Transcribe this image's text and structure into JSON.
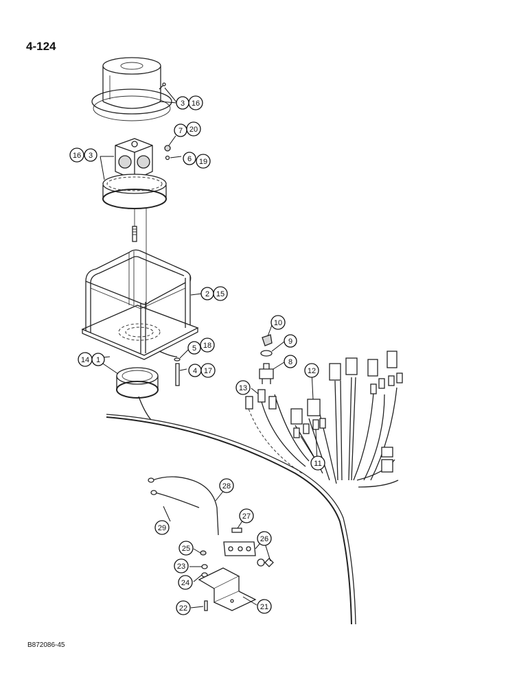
{
  "page_number": "4-124",
  "drawing_id": "B872086-45",
  "callouts": [
    {
      "id": "c3a",
      "label": "3"
    },
    {
      "id": "c16a",
      "label": "16"
    },
    {
      "id": "c7",
      "label": "7"
    },
    {
      "id": "c20",
      "label": "20"
    },
    {
      "id": "c16b",
      "label": "16"
    },
    {
      "id": "c3b",
      "label": "3"
    },
    {
      "id": "c6",
      "label": "6"
    },
    {
      "id": "c19",
      "label": "19"
    },
    {
      "id": "c2",
      "label": "2"
    },
    {
      "id": "c15",
      "label": "15"
    },
    {
      "id": "c10",
      "label": "10"
    },
    {
      "id": "c9",
      "label": "9"
    },
    {
      "id": "c8",
      "label": "8"
    },
    {
      "id": "c5",
      "label": "5"
    },
    {
      "id": "c18",
      "label": "18"
    },
    {
      "id": "c14",
      "label": "14"
    },
    {
      "id": "c1",
      "label": "1"
    },
    {
      "id": "c4",
      "label": "4"
    },
    {
      "id": "c17",
      "label": "17"
    },
    {
      "id": "c12",
      "label": "12"
    },
    {
      "id": "c13",
      "label": "13"
    },
    {
      "id": "c11",
      "label": "11"
    },
    {
      "id": "c28",
      "label": "28"
    },
    {
      "id": "c27",
      "label": "27"
    },
    {
      "id": "c29",
      "label": "29"
    },
    {
      "id": "c26",
      "label": "26"
    },
    {
      "id": "c25",
      "label": "25"
    },
    {
      "id": "c23",
      "label": "23"
    },
    {
      "id": "c24",
      "label": "24"
    },
    {
      "id": "c22",
      "label": "22"
    },
    {
      "id": "c21",
      "label": "21"
    }
  ]
}
